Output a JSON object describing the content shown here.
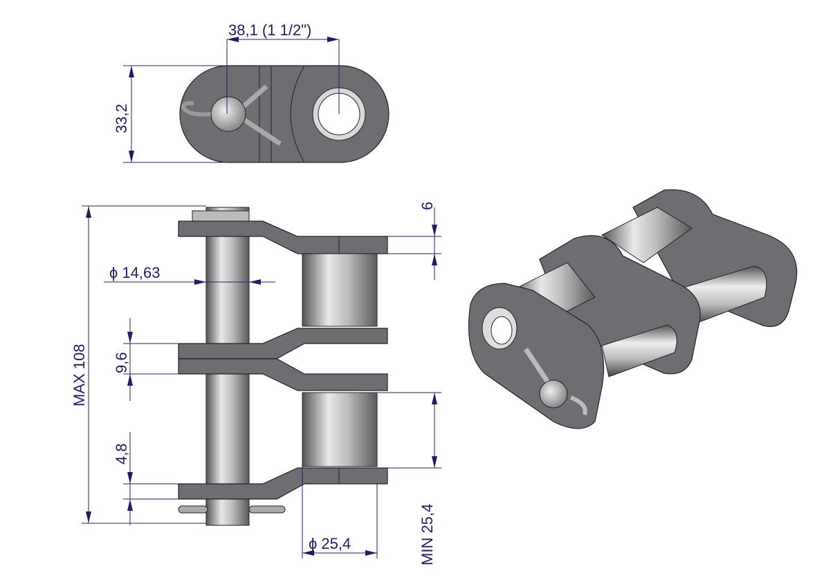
{
  "title": "Offset chain link drawing",
  "colors": {
    "dimension": "#1c1c6c",
    "plate": "#6e6e72",
    "outline": "#222222"
  },
  "dimensions": {
    "pitch": "38,1  (1 1/2\")",
    "plate_height": "33,2",
    "plate_thickness": "6",
    "pin_diameter": "ϕ  14,63",
    "overall_width": "MAX 108",
    "middle_gap": "9,6",
    "bottom_plate": "4,8",
    "inner_width": "MIN 25,4",
    "roller_diameter": "ϕ  25,4"
  }
}
